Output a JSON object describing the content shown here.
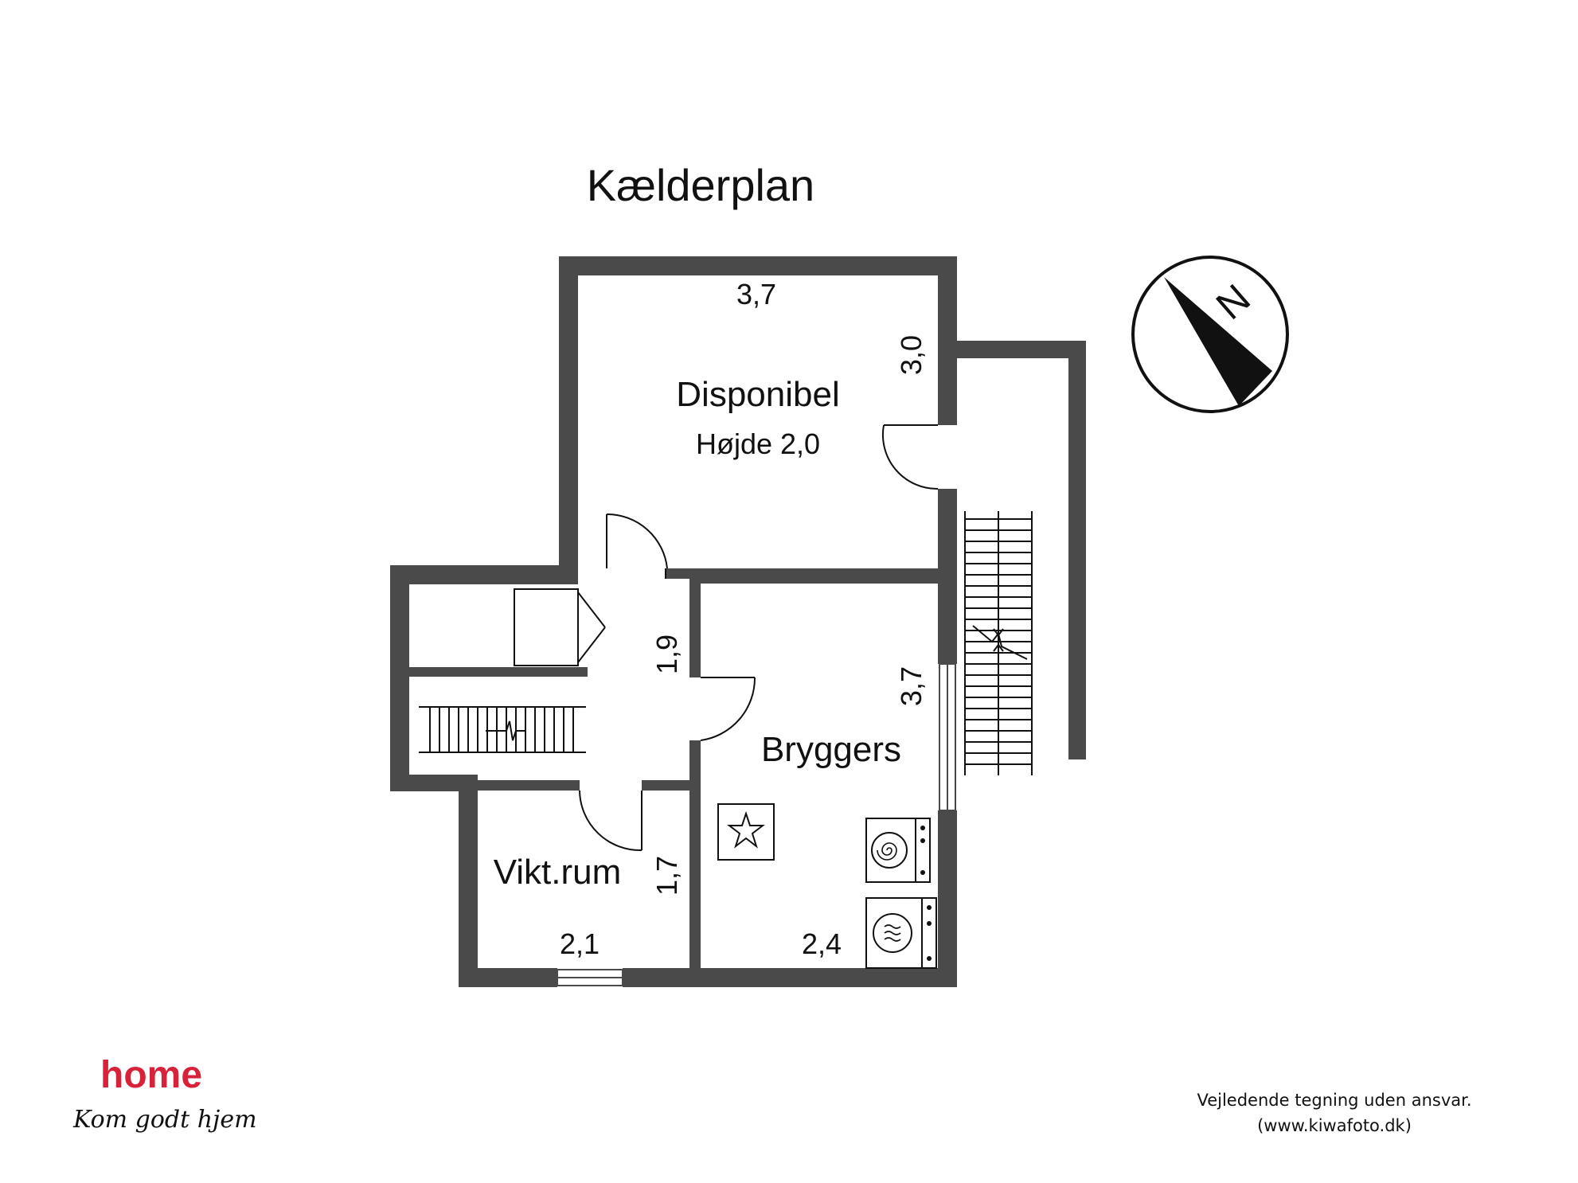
{
  "title": "Kælderplan",
  "rooms": {
    "disponibel": {
      "name": "Disponibel",
      "height_label": "Højde 2,0",
      "width_dim": "3,7",
      "depth_dim": "3,0"
    },
    "hall": {
      "dim": "1,9"
    },
    "bryggers": {
      "name": "Bryggers",
      "depth_dim": "3,7",
      "width_dim": "2,4"
    },
    "vikt_rum": {
      "name": "Vikt.rum",
      "depth_dim": "1,7",
      "width_dim": "2,1"
    }
  },
  "compass": {
    "label": "N"
  },
  "brand": {
    "name": "home",
    "tagline": "Kom godt hjem",
    "color": "#d7223a"
  },
  "disclaimer": {
    "line1": "Vejledende tegning uden ansvar.",
    "line2": "(www.kiwafoto.dk)"
  },
  "colors": {
    "wall": "#4a4a4a"
  }
}
